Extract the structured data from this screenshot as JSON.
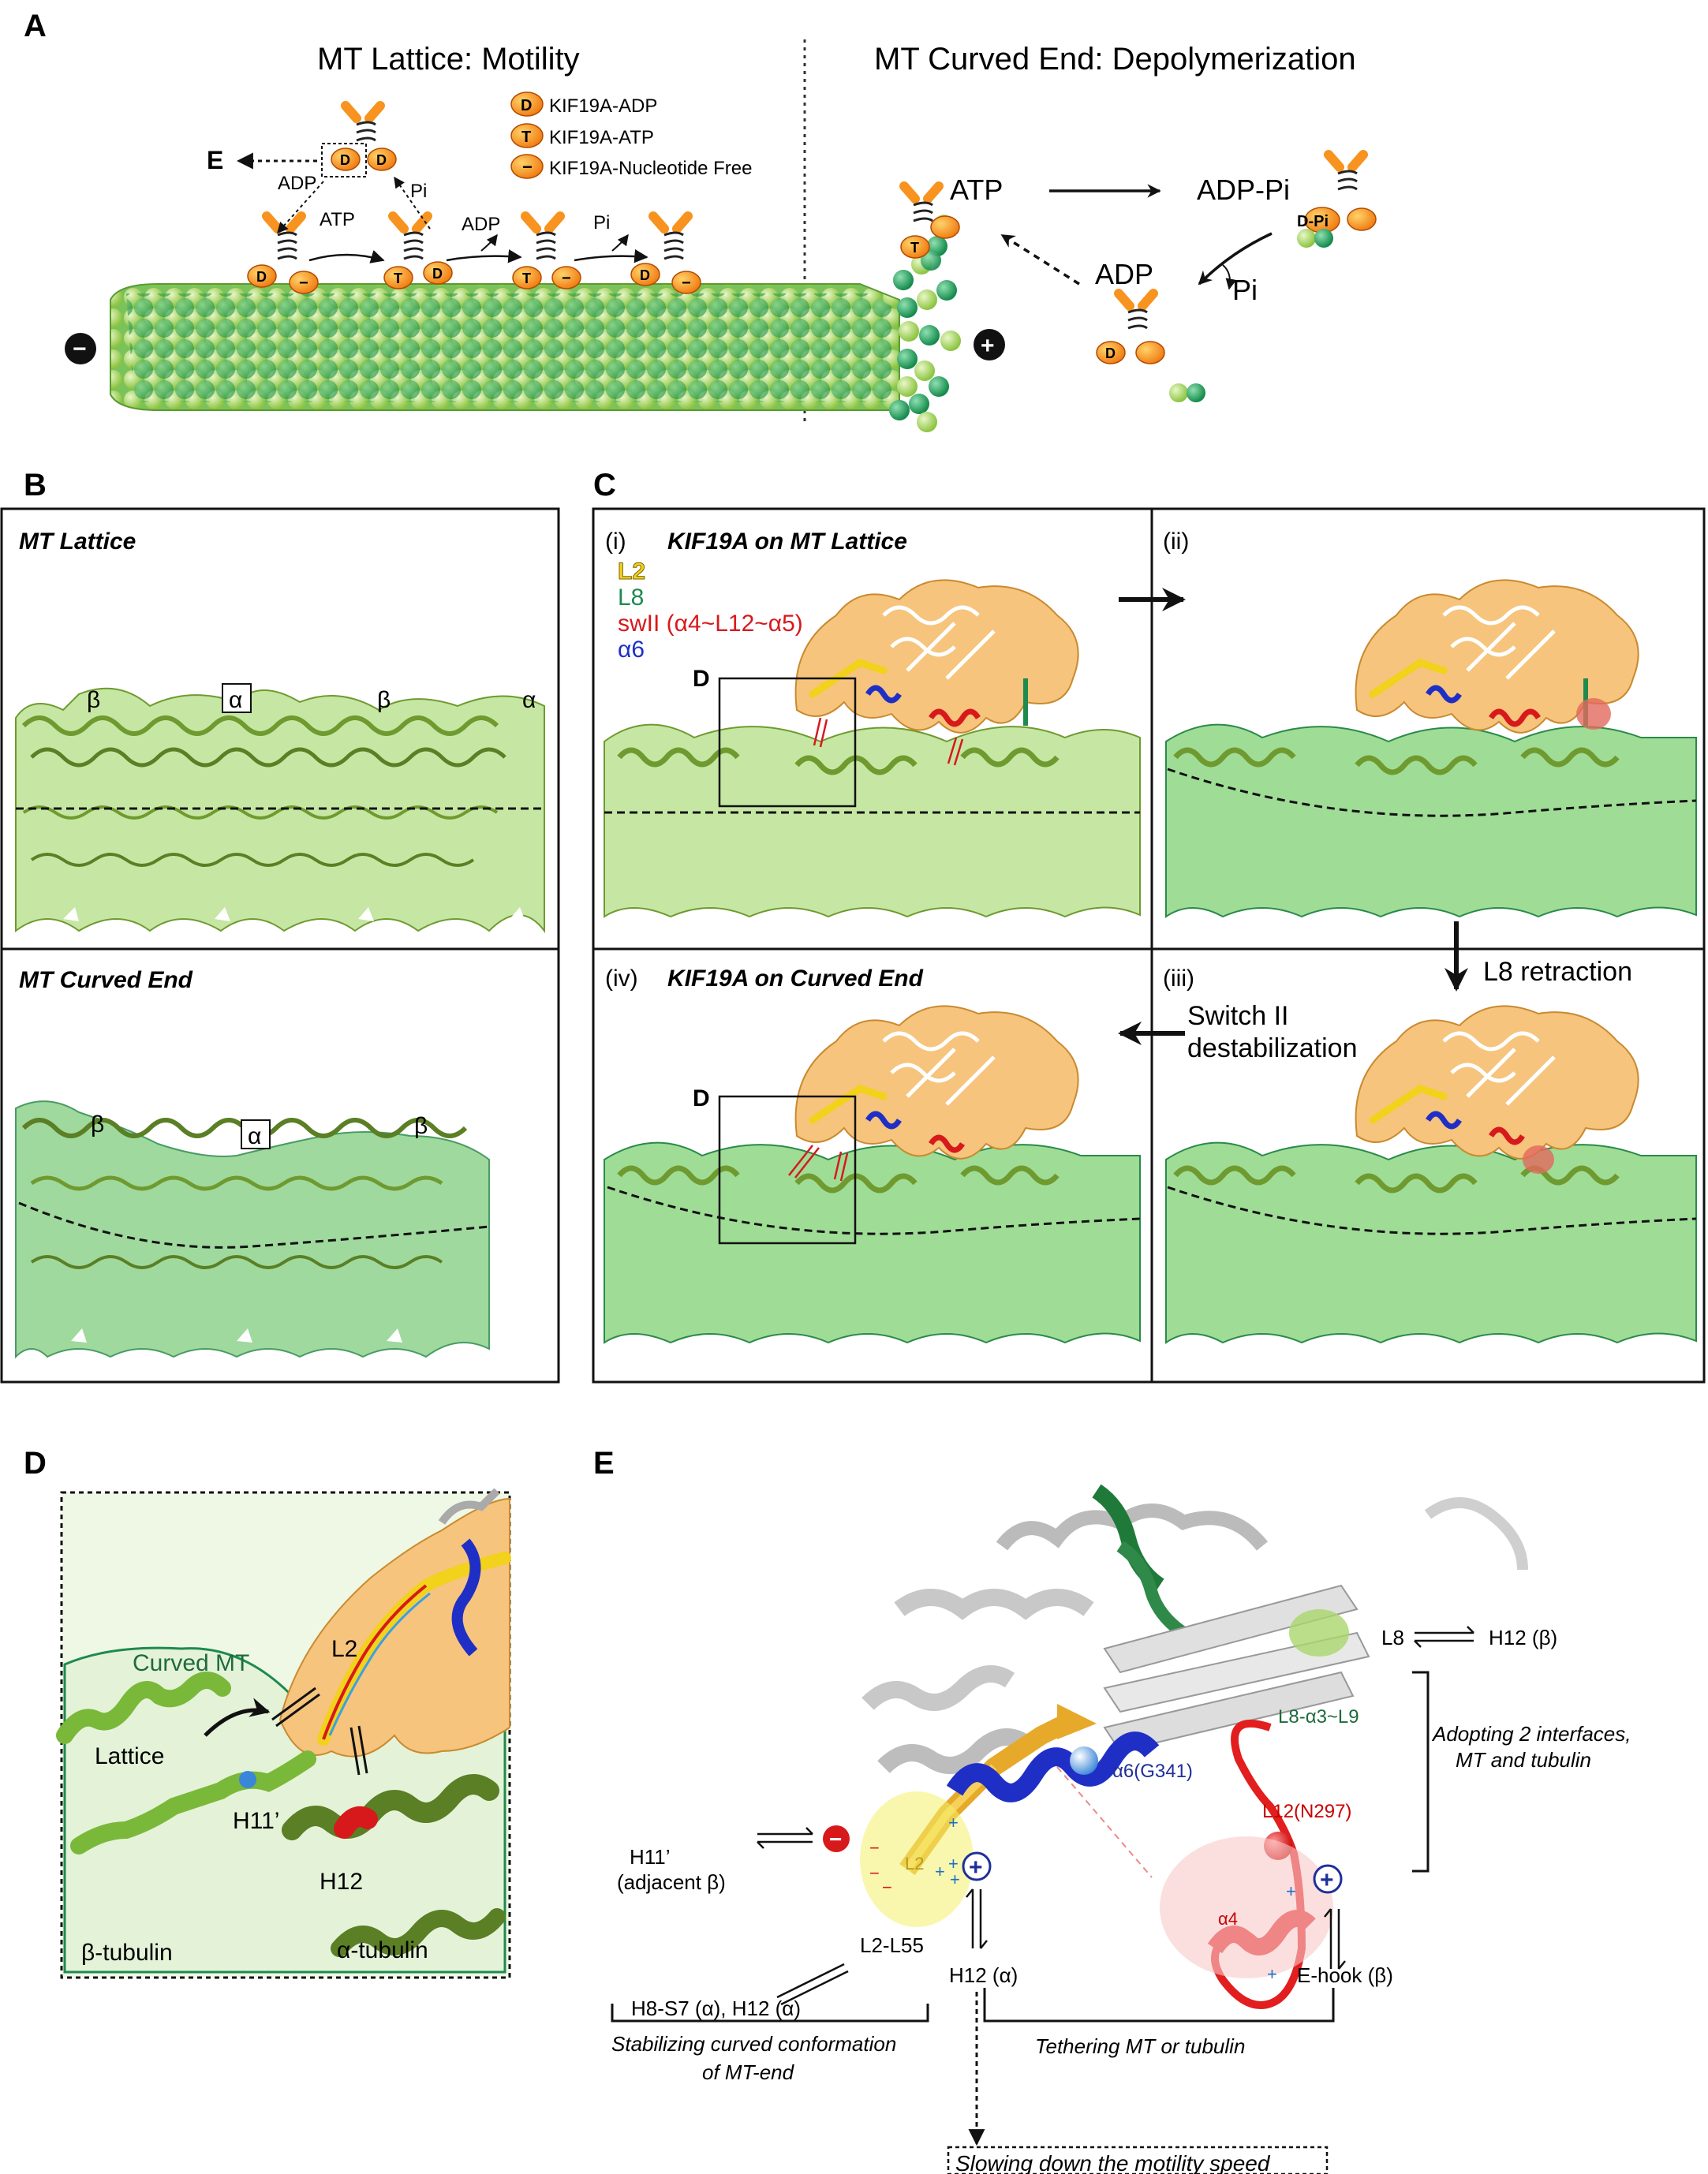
{
  "panel_labels": {
    "A": "A",
    "B": "B",
    "C": "C",
    "D": "D",
    "E": "E"
  },
  "colors": {
    "mt_light": "#a9d66b",
    "mt_dark": "#1f9a5c",
    "kinesin_body": "#f0a060",
    "kinesin_core": "#f6d56c",
    "kinesin_orange": "#f7931e",
    "l2_yellow": "#f2d21a",
    "l8_green": "#1e8a4e",
    "swii_red": "#d7191c",
    "alpha6_blue": "#1f2fc6",
    "tubulin_fill": "#b7e3a0",
    "tubulin_dark": "#6f8f2a",
    "pocket_pink": "#f9c9c9",
    "pocket_yellow": "#f4f06a"
  },
  "panelA": {
    "left_title": "MT Lattice: Motility",
    "right_title": "MT Curved End: Depolymerization",
    "legend": [
      {
        "symbol": "D",
        "label": "KIF19A-ADP"
      },
      {
        "symbol": "T",
        "label": "KIF19A-ATP"
      },
      {
        "symbol": "−",
        "label": "KIF19A-Nucleotide Free"
      }
    ],
    "e_label": "E",
    "adp_label_top": "ADP",
    "pi_label_top": "Pi",
    "atp_label": "ATP",
    "adp_label": "ADP",
    "pi_label": "Pi",
    "minus_end": "−",
    "plus_end": "+",
    "cycle_atp": "ATP",
    "cycle_adppi": "ADP-Pi",
    "cycle_dpi": "D-Pi",
    "cycle_adp": "ADP",
    "cycle_pi": "Pi",
    "badge_d": "D",
    "badge_t": "T",
    "badge_nf": "−"
  },
  "panelB": {
    "top_title": "MT Lattice",
    "bottom_title": "MT Curved End",
    "top_labels": [
      "β",
      "α",
      "β",
      "α"
    ],
    "bottom_labels": [
      "β",
      "α",
      "β"
    ]
  },
  "panelC": {
    "i_label": "(i)",
    "i_title": "KIF19A on MT Lattice",
    "ii_label": "(ii)",
    "iii_label": "(iii)",
    "iv_label": "(iv)",
    "iv_title": "KIF19A on Curved End",
    "legend_l2": "L2",
    "legend_l8": "L8",
    "legend_swii": "swII (α4~L12~α5)",
    "legend_a6": "α6",
    "d_box_label": "D",
    "l8_retraction": "L8 retraction",
    "switch_line1": "Switch II",
    "switch_line2": "destabilization"
  },
  "panelD": {
    "curved_mt": "Curved MT",
    "l2": "L2",
    "lattice": "Lattice",
    "h11": "H11’",
    "h12": "H12",
    "beta_tubulin": "β-tubulin",
    "alpha_tubulin": "α-tubulin"
  },
  "panelE": {
    "l8": "L8",
    "h12_beta": "H12 (β)",
    "l8_a3_l9": "L8-α3~L9",
    "adopting_line1": "Adopting 2 interfaces,",
    "adopting_line2": "MT and tubulin",
    "a6_g341": "α6(G341)",
    "l12_n297": "L12(N297)",
    "h11_line1": "H11’",
    "h11_line2": "(adjacent β)",
    "l2": "L2",
    "a4": "α4",
    "l2_l55": "L2-L55",
    "h12_alpha": "H12 (α)",
    "ehook": "E-hook (β)",
    "h8": "H8-S7 (α), H12 (α)",
    "stabilizing_line1": "Stabilizing curved conformation",
    "stabilizing_line2": "of MT-end",
    "tethering": "Tethering MT or tubulin",
    "slowing": "Slowing down the motility speed"
  }
}
